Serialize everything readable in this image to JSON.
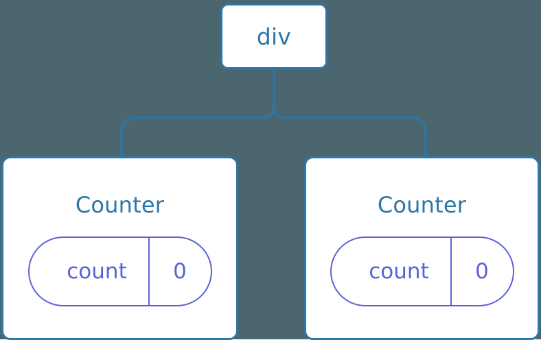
{
  "diagram": {
    "type": "component-tree",
    "background_color": "#4c6670",
    "node_fill_color": "#ffffff",
    "node_border_color": "#2b77a8",
    "node_label_color": "#2b77a8",
    "state_pill_color": "#5c62d6",
    "connector_color": "#2b77a8",
    "root": {
      "label": "div"
    },
    "children": [
      {
        "label": "Counter",
        "state": {
          "key": "count",
          "value": "0"
        }
      },
      {
        "label": "Counter",
        "state": {
          "key": "count",
          "value": "0"
        }
      }
    ],
    "edges": [
      {
        "from": "div",
        "to": "Counter (left)"
      },
      {
        "from": "div",
        "to": "Counter (right)"
      }
    ]
  }
}
